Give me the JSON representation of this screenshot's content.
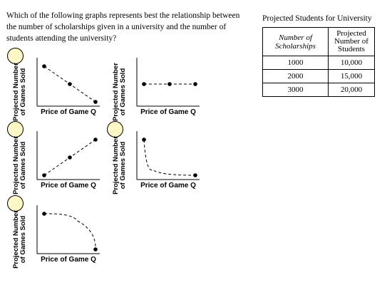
{
  "question": {
    "text": "Which of the following graphs represents best the relationship between the number of scholarships given  in a university  and the number of students attending the university?"
  },
  "table": {
    "title": "Projected Students for University",
    "headers": [
      "Number of Scholarships",
      "Projected Number of Students"
    ],
    "rows": [
      [
        "1000",
        "10,000"
      ],
      [
        "2000",
        "15,000"
      ],
      [
        "3000",
        "20,000"
      ]
    ]
  },
  "graph_labels": {
    "y_axis": "Projected Number of Games Sold",
    "x_axis": "Price of Game Q"
  },
  "colors": {
    "radio_fill": "#fdf7c6"
  },
  "chart_data": [
    {
      "type": "line",
      "trend": "linear-decreasing",
      "style": "dashed",
      "points": [
        [
          0,
          3
        ],
        [
          1,
          2
        ],
        [
          2,
          1
        ]
      ]
    },
    {
      "type": "line",
      "trend": "constant",
      "style": "dashed",
      "points": [
        [
          0,
          2
        ],
        [
          1,
          2
        ],
        [
          2,
          2
        ]
      ]
    },
    {
      "type": "line",
      "trend": "linear-increasing",
      "style": "dashed",
      "points": [
        [
          0,
          1
        ],
        [
          1,
          2
        ],
        [
          2,
          3
        ]
      ]
    },
    {
      "type": "line",
      "trend": "decreasing-decay",
      "style": "dashed",
      "points": [
        [
          0,
          3
        ],
        [
          0.35,
          1.3
        ],
        [
          2,
          1
        ]
      ]
    },
    {
      "type": "line",
      "trend": "decreasing-accelerating",
      "style": "dashed",
      "points": [
        [
          0,
          3
        ],
        [
          1.3,
          2.6
        ],
        [
          2,
          1
        ]
      ]
    }
  ]
}
